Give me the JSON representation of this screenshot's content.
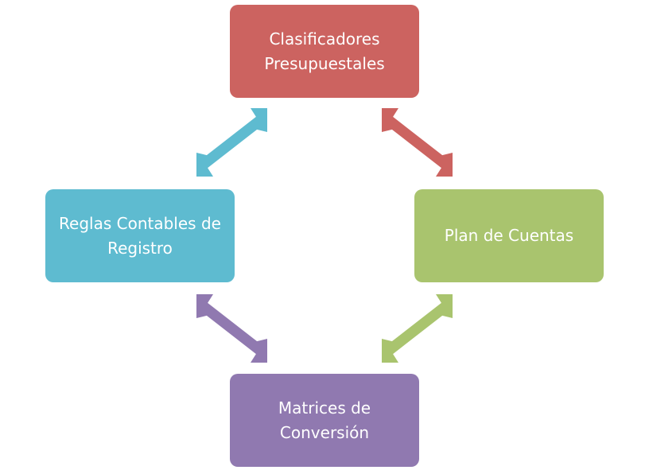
{
  "diagram": {
    "nodes": {
      "top": {
        "label": "Clasificadores Presupuestales"
      },
      "right": {
        "label": "Plan de Cuentas"
      },
      "bottom": {
        "label": "Matrices de Conversión"
      },
      "left": {
        "label": "Reglas Contables de Registro"
      }
    },
    "connectors": [
      {
        "from": "Reglas Contables de Registro",
        "to": "Clasificadores Presupuestales",
        "direction": "bidirectional",
        "color": "#5ebbd0"
      },
      {
        "from": "Clasificadores Presupuestales",
        "to": "Plan de Cuentas",
        "direction": "bidirectional",
        "color": "#cc6360"
      },
      {
        "from": "Reglas Contables de Registro",
        "to": "Matrices de Conversión",
        "direction": "bidirectional",
        "color": "#9079b0"
      },
      {
        "from": "Plan de Cuentas",
        "to": "Matrices de Conversión",
        "direction": "bidirectional",
        "color": "#a9c46e"
      }
    ]
  }
}
